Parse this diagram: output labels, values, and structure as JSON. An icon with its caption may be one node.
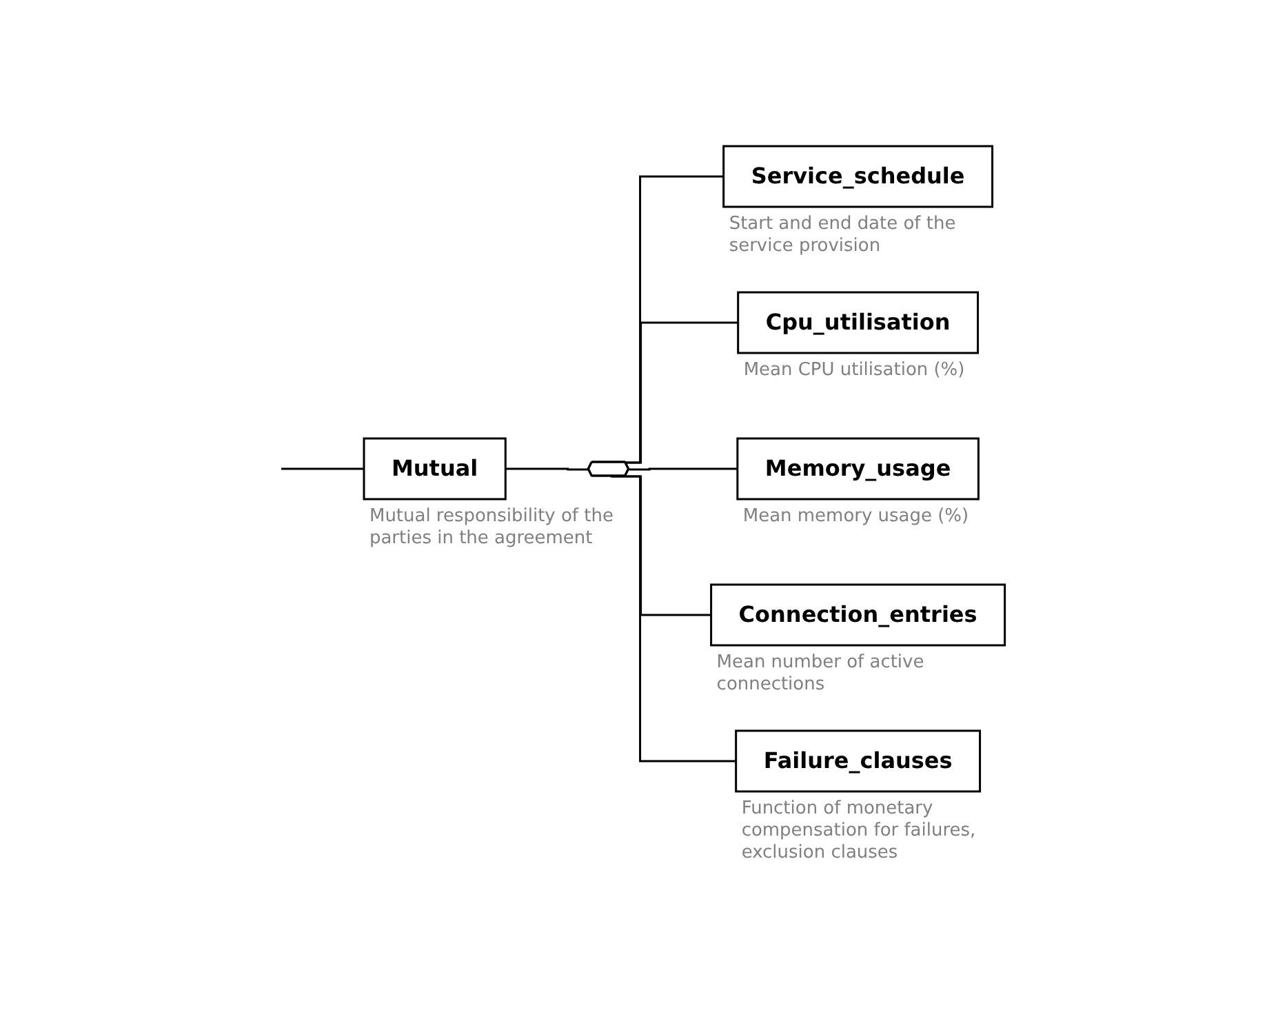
{
  "diagram": {
    "nodes": [
      {
        "text": [
          "Mutual"
        ],
        "beside": [
          "Mutual responsibility of the parties in the agreement"
        ]
      },
      {
        "text": [],
        "shape": "octagon"
      },
      {
        "text": [
          "Service_schedule"
        ],
        "beside": [
          "Start and end date of the service provision"
        ]
      },
      {
        "text": [
          "Cpu_utilisation"
        ],
        "beside": [
          "Mean CPU utilisation (%)"
        ]
      },
      {
        "text": [
          "Memory_usage"
        ],
        "beside": [
          "Mean memory usage (%)"
        ]
      },
      {
        "text": [
          "Connection_entries"
        ],
        "beside": [
          "Mean number of active connections"
        ]
      },
      {
        "text": [
          "Failure_clauses"
        ],
        "beside": [
          "Function of monetary compensation for failures, exclusion clauses"
        ]
      }
    ],
    "edges": [
      {
        "from": null,
        "to": 0,
        "arrow": "none"
      },
      {
        "from": 0,
        "to": 1,
        "arrow": "none"
      },
      {
        "from": 1,
        "to": 2,
        "arrow": "none"
      },
      {
        "from": 1,
        "to": 3,
        "arrow": "none"
      },
      {
        "from": 1,
        "to": 4,
        "arrow": "none"
      },
      {
        "from": 1,
        "to": 5,
        "arrow": "none"
      },
      {
        "from": 1,
        "to": 6,
        "arrow": "none"
      }
    ]
  }
}
